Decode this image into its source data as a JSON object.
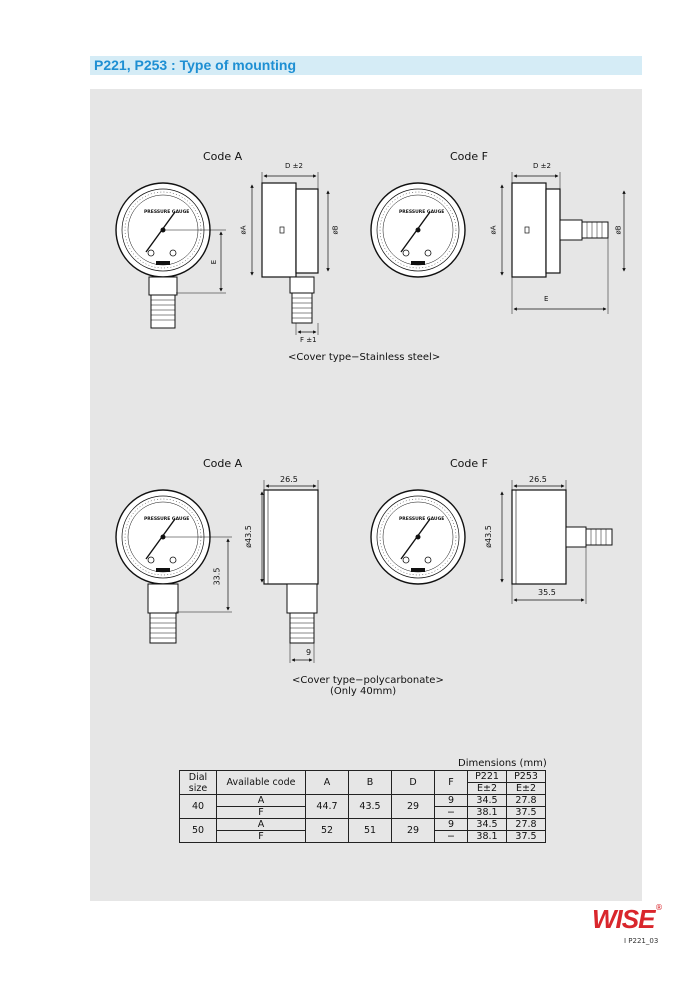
{
  "header": {
    "title": "P221, P253 : Type of mounting"
  },
  "section_top": {
    "code_a": "Code  A",
    "code_f": "Code  F",
    "dim_d": "D ±2",
    "dim_a": "øA",
    "dim_b": "øB",
    "dim_e": "E",
    "dim_f": "F ±1",
    "caption": "<Cover type−Stainless steel>"
  },
  "section_bottom": {
    "code_a": "Code  A",
    "code_f": "Code  F",
    "dim_depth": "26.5",
    "dim_dia": "ø43.5",
    "dim_height": "33.5",
    "dim_f": "9",
    "dim_e": "35.5",
    "caption_line1": "<Cover type−polycarbonate>",
    "caption_line2": "(Only 40mm)"
  },
  "gauge": {
    "dial_text": "PRESSURE GAUGE",
    "brand": "WISE"
  },
  "table": {
    "caption": "Dimensions  (mm)",
    "headers": {
      "dial_size": "Dial size",
      "available_code": "Available code",
      "a": "A",
      "b": "B",
      "d": "D",
      "f": "F",
      "p221": "P221",
      "p253": "P253",
      "e_tol": "E±2"
    },
    "rows": [
      {
        "dial": "40",
        "code1": "A",
        "code2": "F",
        "a": "44.7",
        "b": "43.5",
        "d": "29",
        "f1": "9",
        "f2": "−",
        "p221_1": "34.5",
        "p221_2": "38.1",
        "p253_1": "27.8",
        "p253_2": "37.5"
      },
      {
        "dial": "50",
        "code1": "A",
        "code2": "F",
        "a": "52",
        "b": "51",
        "d": "29",
        "f1": "9",
        "f2": "−",
        "p221_1": "34.5",
        "p221_2": "38.1",
        "p253_1": "27.8",
        "p253_2": "37.5"
      }
    ]
  },
  "footer": {
    "logo": "WISE",
    "registered": "®",
    "page_code": "I P221_03"
  },
  "colors": {
    "title_bg": "#d5ecf6",
    "title_text": "#1e8fd3",
    "panel_bg": "#e6e6e6",
    "logo": "#d9262c"
  }
}
